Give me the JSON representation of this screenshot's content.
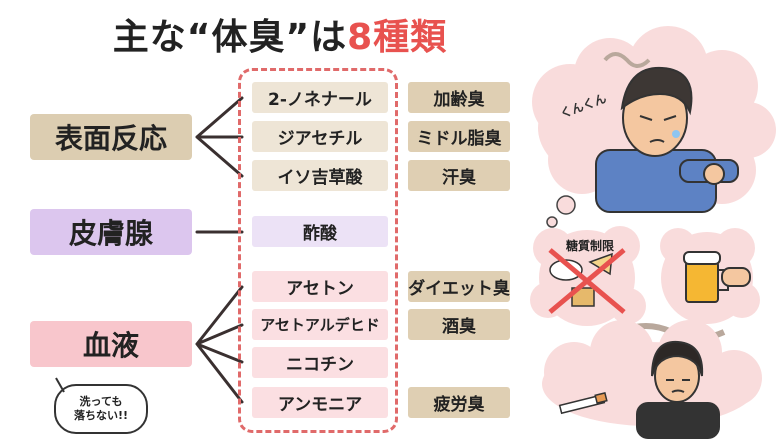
{
  "title": {
    "prefix": "主な“体臭”は",
    "accent": "8種類"
  },
  "categories": [
    {
      "label": "表面反応",
      "color": "#dccdb1"
    },
    {
      "label": "皮膚腺",
      "color": "#dcc6ee"
    },
    {
      "label": "血液",
      "color": "#f8c6cc"
    }
  ],
  "surface_items": [
    "2-ノネナール",
    "ジアセチル",
    "イソ吉草酸"
  ],
  "surface_odors": [
    "加齢臭",
    "ミドル脂臭",
    "汗臭"
  ],
  "gland_items": [
    "酢酸"
  ],
  "blood_items": [
    "アセトン",
    "アセトアルデヒド",
    "ニコチン",
    "アンモニア"
  ],
  "blood_odors": [
    "ダイエット臭",
    "酒臭",
    "疲労臭"
  ],
  "note": {
    "line1": "洗っても",
    "line2": "落ちない!!"
  },
  "illustration": {
    "sniff_text": "くんくん",
    "diet_label": "糖質制限"
  },
  "colors": {
    "accent": "#e8524f",
    "odor_tag": "#dfcfb3",
    "dash": "#e06a6a",
    "cloud": "#f9dcdc",
    "line": "#3a3030"
  }
}
